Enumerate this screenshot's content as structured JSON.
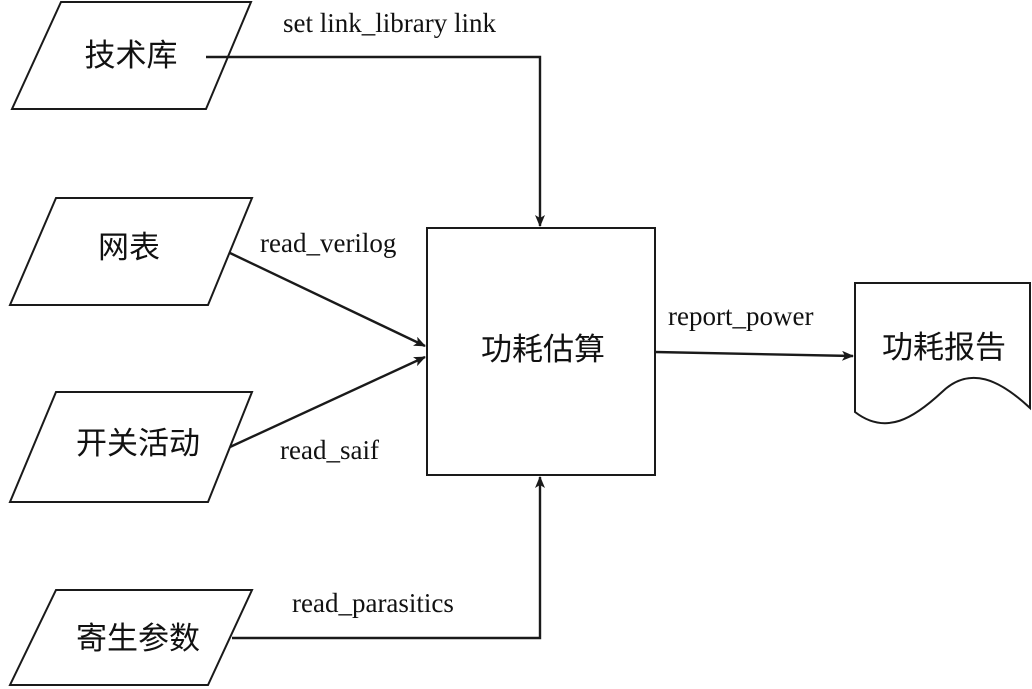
{
  "nodes": {
    "tech_library": "技术库",
    "netlist": "网表",
    "switching_activity": "开关活动",
    "parasitics": "寄生参数",
    "power_estimation": "功耗估算",
    "power_report": "功耗报告"
  },
  "edges": {
    "link_library": "set link_library link",
    "read_verilog": "read_verilog",
    "read_saif": "read_saif",
    "read_parasitics": "read_parasitics",
    "report_power": "report_power"
  },
  "colors": {
    "stroke": "#1a1a1a",
    "text": "#111111",
    "background": "#ffffff"
  }
}
